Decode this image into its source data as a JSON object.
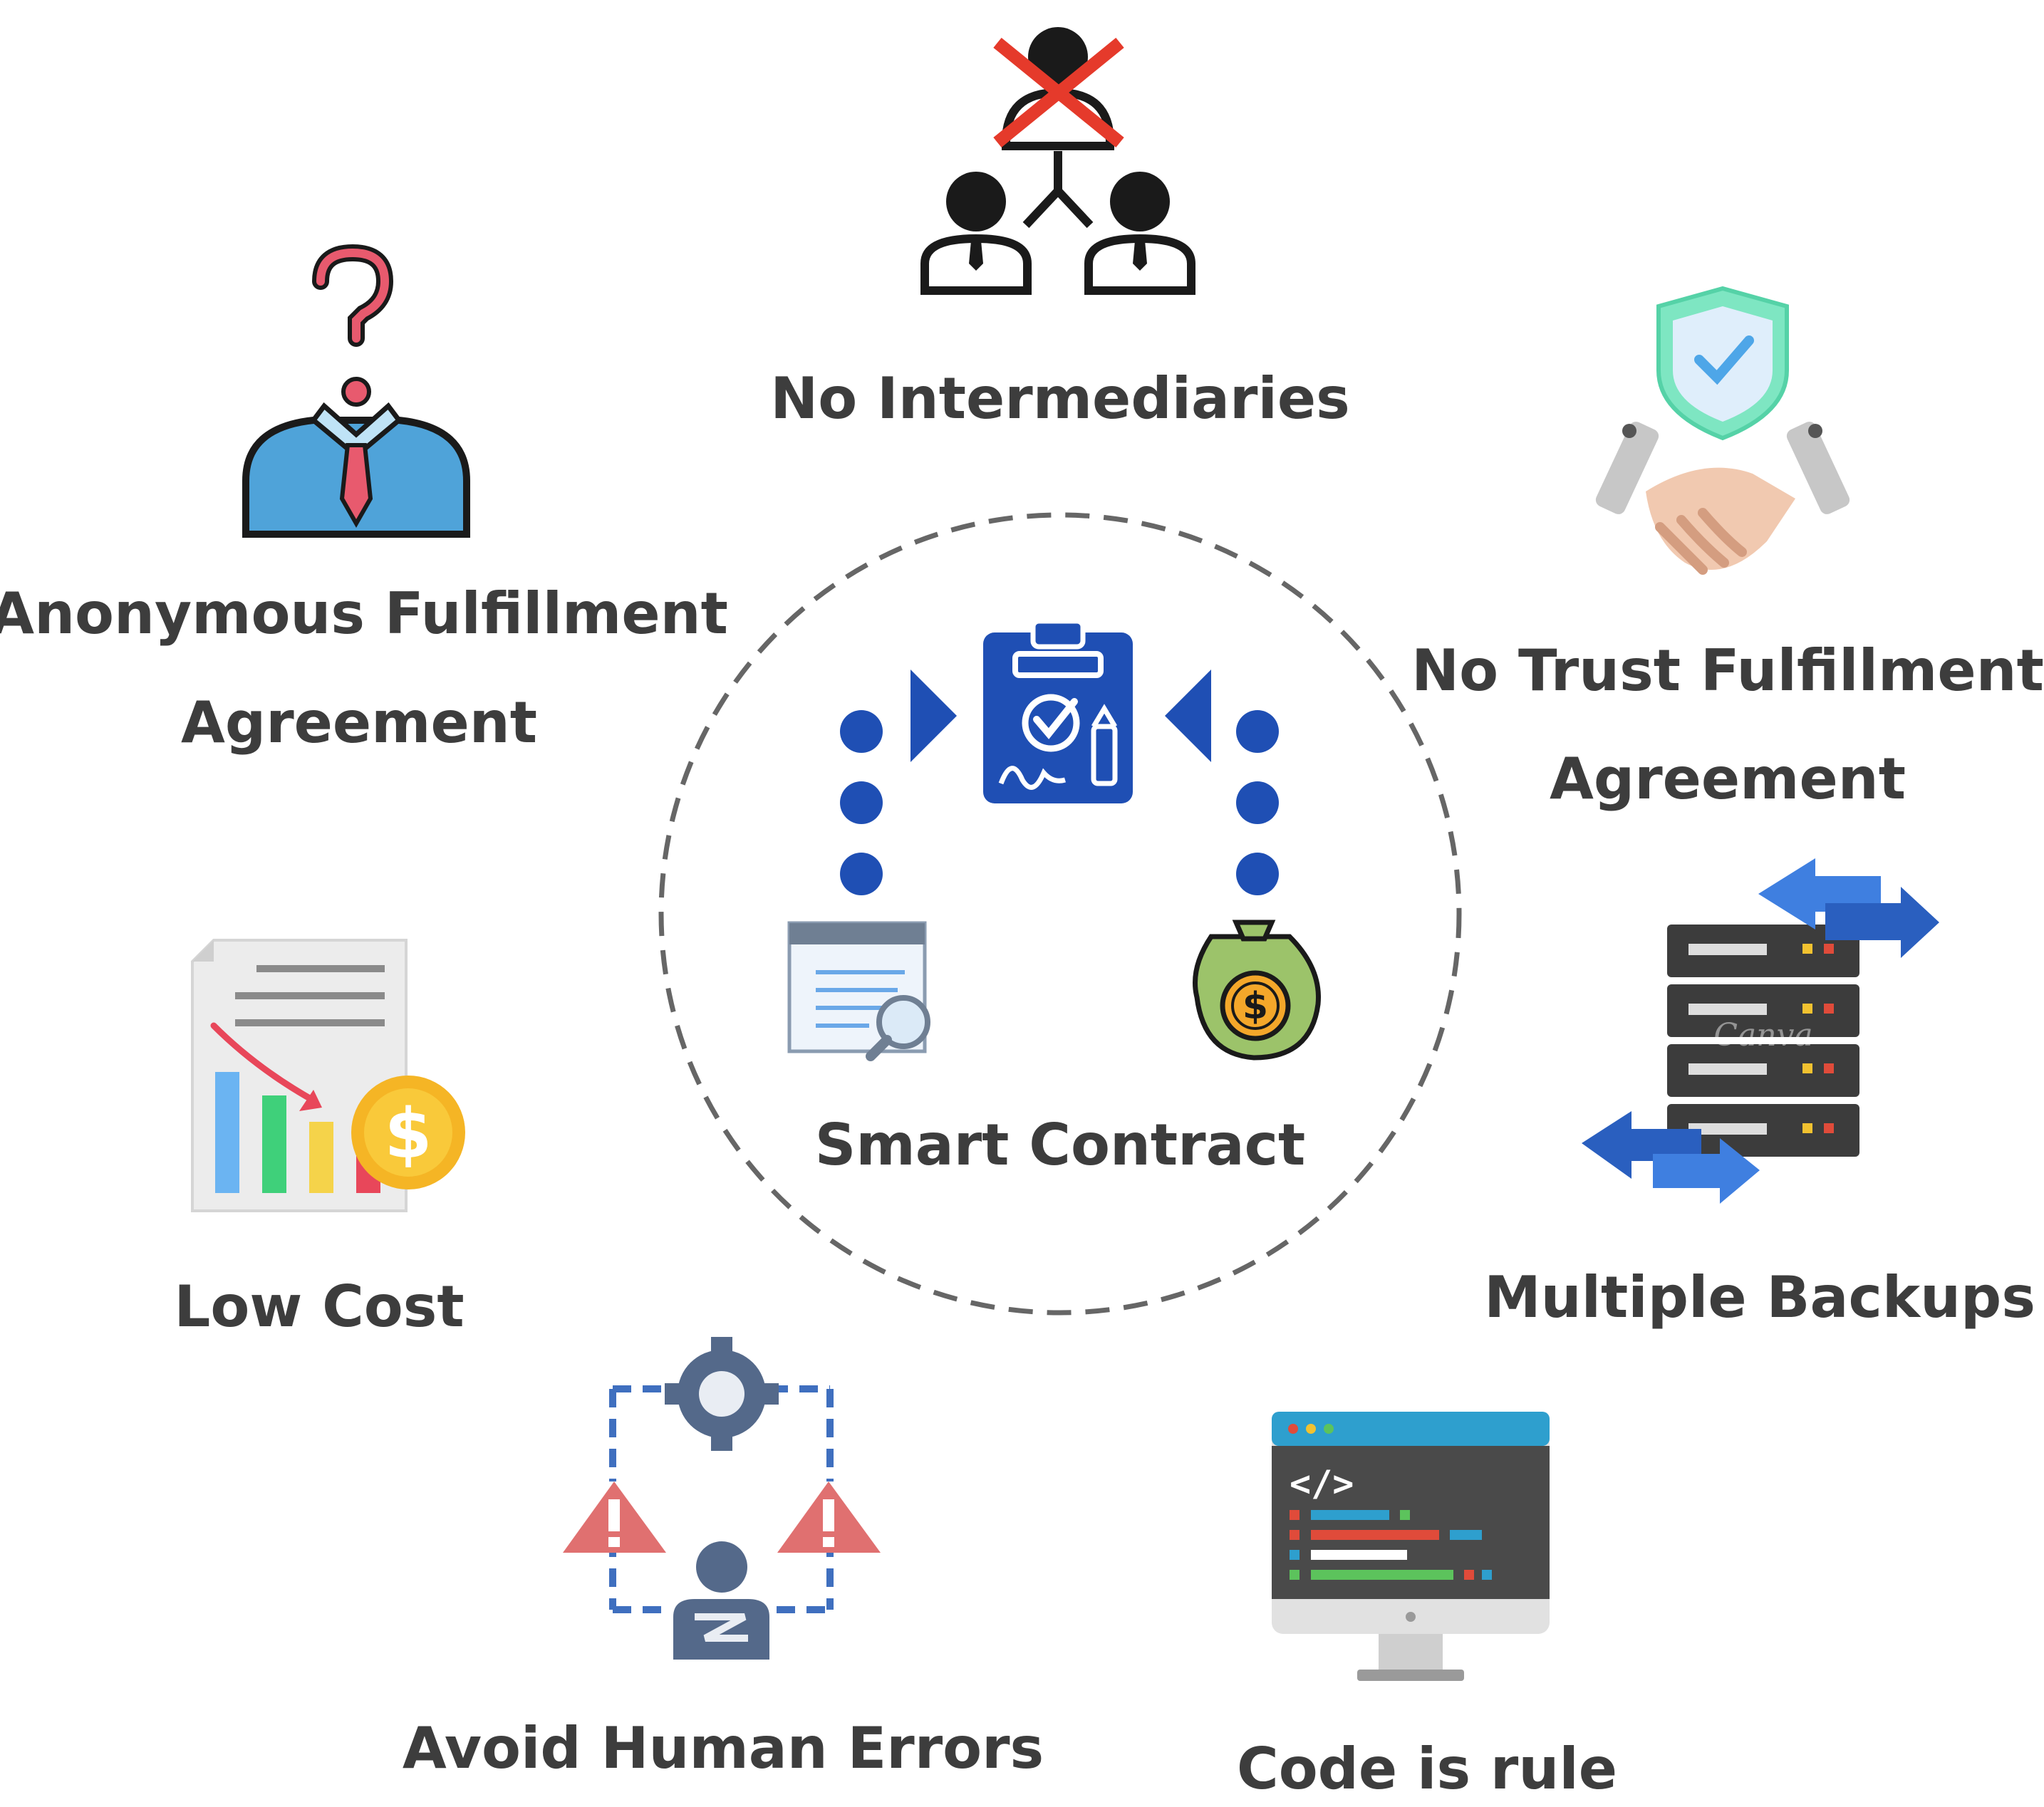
{
  "center": {
    "label": "Smart Contract"
  },
  "features": [
    {
      "id": "no-intermediaries",
      "label": "No Intermediaries",
      "icon": "no-middleman-icon"
    },
    {
      "id": "no-trust",
      "line1": "No Trust Fulfillment",
      "line2": "Agreement",
      "icon": "trusted-handshake-icon"
    },
    {
      "id": "multiple-backups",
      "label": "Multiple Backups",
      "icon": "server-backup-icon"
    },
    {
      "id": "code-is-rule",
      "label": "Code is rule",
      "icon": "code-monitor-icon"
    },
    {
      "id": "avoid-human-errors",
      "label": "Avoid Human Errors",
      "icon": "human-error-icon"
    },
    {
      "id": "low-cost",
      "label": "Low Cost",
      "icon": "cost-report-icon"
    },
    {
      "id": "anonymous",
      "line1": "Anonymous Fulfillment",
      "line2": "Agreement",
      "icon": "anonymous-person-icon"
    }
  ],
  "watermark": "Canva",
  "colors": {
    "text": "#3d3d3d",
    "contract_blue": "#1f4fb4",
    "dashed_circle": "#666666"
  }
}
